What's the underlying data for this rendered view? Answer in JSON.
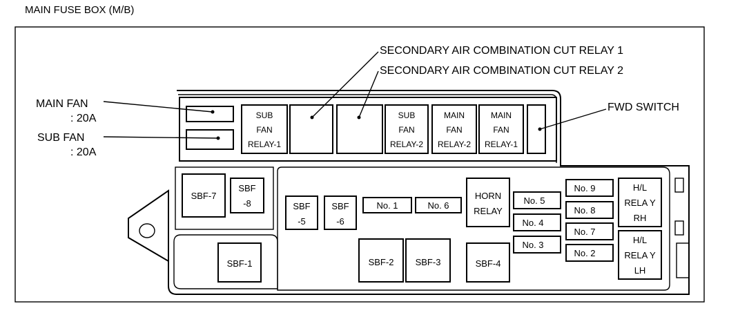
{
  "title": "MAIN FUSE BOX (M/B)",
  "callouts": {
    "sec_air_1": "SECONDARY AIR COMBINATION CUT RELAY 1",
    "sec_air_2": "SECONDARY AIR COMBINATION CUT RELAY 2",
    "main_fan": "MAIN FAN",
    "main_fan_rating": ": 20A",
    "sub_fan": "SUB FAN",
    "sub_fan_rating": ": 20A",
    "fwd_switch": "FWD SWITCH"
  },
  "relays_top": {
    "sub_fan_relay_1": [
      "SUB",
      "FAN",
      "RELAY-1"
    ],
    "sub_fan_relay_2": [
      "SUB",
      "FAN",
      "RELAY-2"
    ],
    "main_fan_relay_2": [
      "MAIN",
      "FAN",
      "RELAY-2"
    ],
    "main_fan_relay_1": [
      "MAIN",
      "FAN",
      "RELAY-1"
    ]
  },
  "sbf": {
    "sbf7": "SBF-7",
    "sbf8": [
      "SBF",
      "-8"
    ],
    "sbf5": [
      "SBF",
      "-5"
    ],
    "sbf6": [
      "SBF",
      "-6"
    ],
    "sbf1": "SBF-1",
    "sbf2": "SBF-2",
    "sbf3": "SBF-3",
    "sbf4": "SBF-4"
  },
  "fuses": {
    "no1": "No. 1",
    "no6": "No. 6",
    "no5": "No. 5",
    "no4": "No. 4",
    "no3": "No. 3",
    "no9": "No. 9",
    "no8": "No. 8",
    "no7": "No. 7",
    "no2": "No. 2"
  },
  "horn_relay": [
    "HORN",
    "RELAY"
  ],
  "hl_relay_rh": [
    "H/L",
    "RELA Y",
    "RH"
  ],
  "hl_relay_lh": [
    "H/L",
    "RELA Y",
    "LH"
  ]
}
